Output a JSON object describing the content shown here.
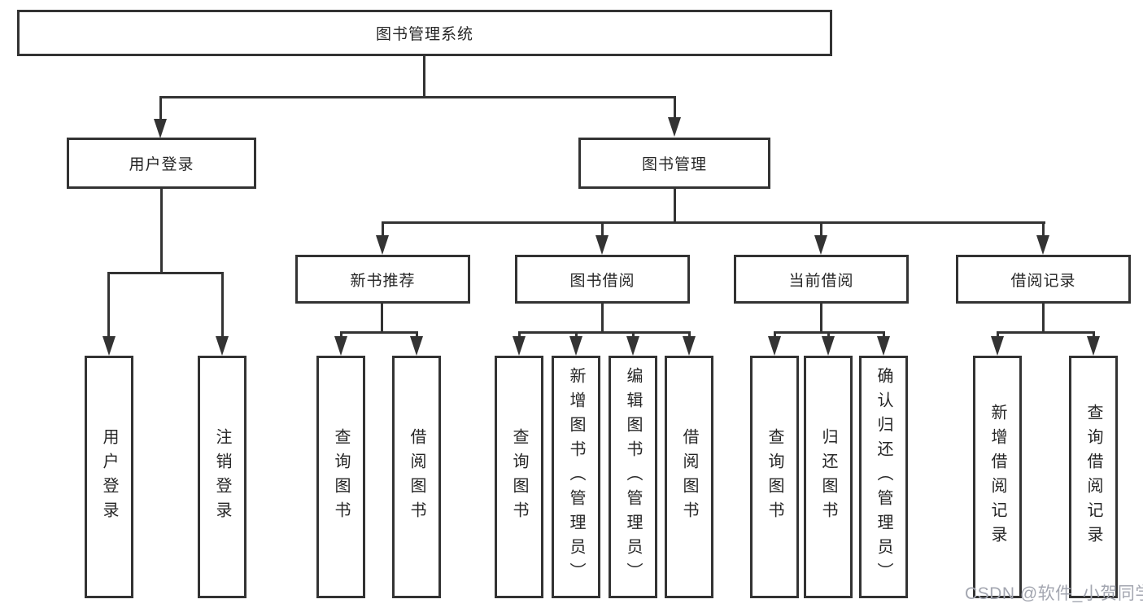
{
  "diagram": {
    "root": {
      "label": "图书管理系统"
    },
    "level2": [
      {
        "id": "user-login",
        "label": "用户登录"
      },
      {
        "id": "book-management",
        "label": "图书管理"
      }
    ],
    "level3": [
      {
        "id": "new-book-recommend",
        "label": "新书推荐"
      },
      {
        "id": "book-borrowing",
        "label": "图书借阅"
      },
      {
        "id": "current-borrowing",
        "label": "当前借阅"
      },
      {
        "id": "borrowing-records",
        "label": "借阅记录"
      }
    ],
    "leaves": {
      "user_login": [
        "用户登录",
        "注销登录"
      ],
      "new_book": [
        "查询图书",
        "借阅图书"
      ],
      "book_borrow": [
        "查询图书",
        "新增图书（管理员）",
        "编辑图书（管理员）",
        "借阅图书"
      ],
      "current_borrow": [
        "查询图书",
        "归还图书",
        "确认归还（管理员）"
      ],
      "borrow_records": [
        "新增借阅记录",
        "查询借阅记录"
      ]
    }
  },
  "watermark": "CSDN @软件_小贺同学",
  "colors": {
    "line": "#333333",
    "text": "#262626",
    "background": "#ffffff",
    "watermark": "#a3a6b0"
  }
}
